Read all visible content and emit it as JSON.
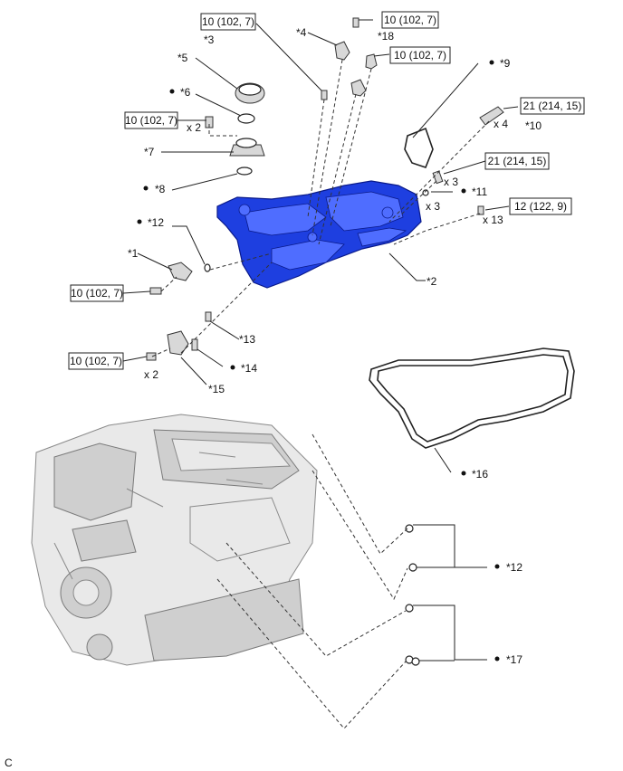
{
  "torque_specs": {
    "t1": "10 (102, 7)",
    "t2": "10 (102, 7)",
    "t3": "10 (102, 7)",
    "t4": "10 (102, 7)",
    "t5": "21 (214, 15)",
    "t6": "21 (214, 15)",
    "t7": "12 (122, 9)",
    "t8": "10 (102, 7)",
    "t9": "10 (102, 7)"
  },
  "callouts": {
    "c1": "*1",
    "c2": "*2",
    "c3": "*3",
    "c4": "*4",
    "c5": "*5",
    "c6": "*6",
    "c7": "*7",
    "c8": "*8",
    "c9": "*9",
    "c10": "*10",
    "c11": "*11",
    "c12a": "*12",
    "c12b": "*12",
    "c13": "*13",
    "c14": "*14",
    "c15": "*15",
    "c16": "*16",
    "c17": "*17",
    "c18": "*18"
  },
  "quantities": {
    "q_x2_a": "x 2",
    "q_x2_b": "x 2",
    "q_x3_a": "x 3",
    "q_x3_b": "x 3",
    "q_x4": "x 4",
    "q_x13": "x 13"
  },
  "bullet": "●",
  "figure_code": "C"
}
